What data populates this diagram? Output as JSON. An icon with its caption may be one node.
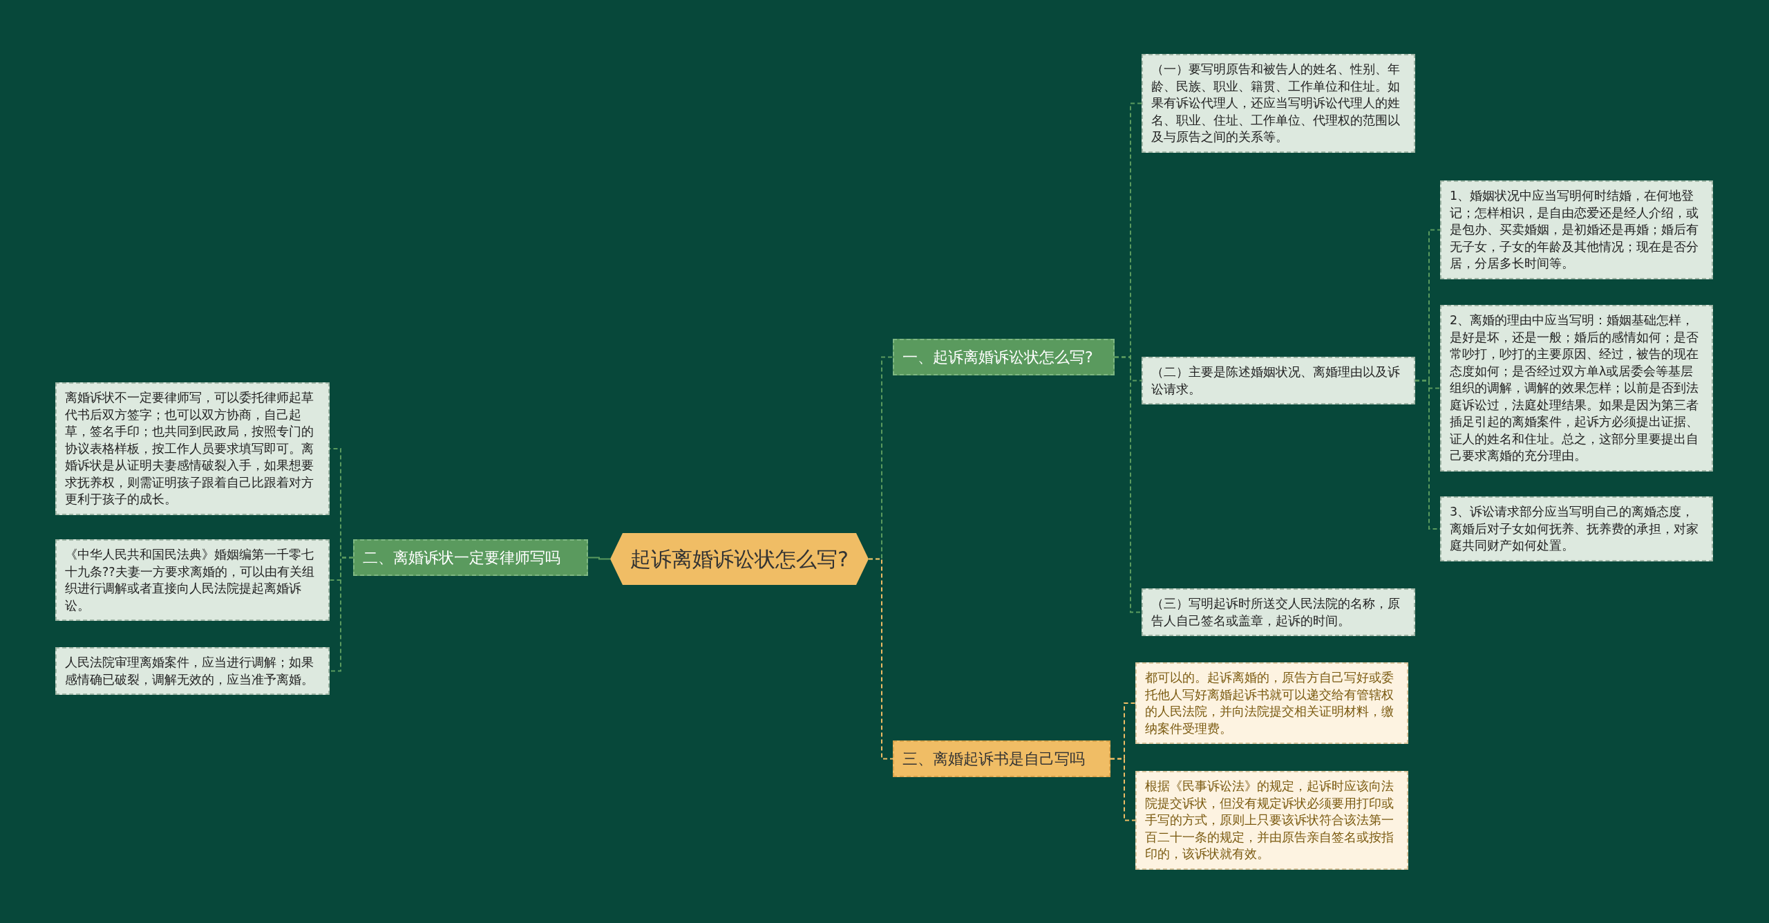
{
  "diagram": {
    "nodes": [
      {
        "text": [
          "起诉离婚诉讼状怎么写?"
        ]
      },
      {
        "text": [
          "一、起诉离婚诉讼状怎么写?"
        ]
      },
      {
        "text": [
          "（一）要写明原告和被告人的姓名、性别、年龄、民族、职业、籍贯、工作单位和住址。如果有诉讼代理人，还应当写明诉讼代理人的姓名、职业、住址、工作单位、代理权的范围以及与原告之间的关系等。"
        ]
      },
      {
        "text": [
          "（二）主要是陈述婚姻状况、离婚理由以及诉讼请求。"
        ]
      },
      {
        "text": [
          "1、婚姻状况中应当写明何时结婚，在何地登记；怎样相识，是自由恋爱还是经人介绍，或是包办、买卖婚姻，是初婚还是再婚；婚后有无子女，子女的年龄及其他情况；现在是否分居，分居多长时间等。"
        ]
      },
      {
        "text": [
          "2、离婚的理由中应当写明：婚姻基础怎样，是好是坏，还是一般；婚后的感情如何；是否常吵打，吵打的主要原因、经过，被告的现在态度如何；是否经过双方单λ或居委会等基层组织的调解，调解的效果怎样；以前是否到法庭诉讼过，法庭处理结果。如果是因为第三者插足引起的离婚案件，起诉方必须提出证据、证人的姓名和住址。总之，这部分里要提出自己要求离婚的充分理由。"
        ]
      },
      {
        "text": [
          "3、诉讼请求部分应当写明自己的离婚态度，离婚后对子女如何抚养、抚养费的承担，对家庭共同财产如何处置。"
        ]
      },
      {
        "text": [
          "（三）写明起诉时所送交人民法院的名称，原告人自己签名或盖章，起诉的时间。"
        ]
      },
      {
        "text": [
          "三、离婚起诉书是自己写吗"
        ]
      },
      {
        "text": [
          "都可以的。起诉离婚的，原告方自己写好或委托他人写好离婚起诉书就可以递交给有管辖权的人民法院，并向法院提交相关证明材料，缴纳案件受理费。"
        ]
      },
      {
        "text": [
          "根据《民事诉讼法》的规定，起诉时应该向法院提交诉状，但没有规定诉状必须要用打印或手写的方式，原则上只要该诉状符合该法第一百二十一条的规定，并由原告亲自签名或按指印的，该诉状就有效。"
        ]
      },
      {
        "text": [
          "二、离婚诉状一定要律师写吗"
        ]
      },
      {
        "text": [
          "离婚诉状不一定要律师写，可以委托律师起草代书后双方签字；也可以双方协商，自己起草，签名手印；也共同到民政局，按照专门的协议表格样板，按工作人员要求填写即可。离婚诉状是从证明夫妻感情破裂入手，如果想要求抚养权，则需证明孩子跟着自己比跟着对方更利于孩子的成长。"
        ]
      },
      {
        "text": [
          "《中华人民共和国民法典》婚姻编第一千零七十九条??夫妻一方要求离婚的，可以由有关组织进行调解或者直接向人民法院提起离婚诉讼。"
        ]
      },
      {
        "text": [
          "人民法院审理离婚案件，应当进行调解；如果感情确已破裂，调解无效的，应当准予离婚。"
        ]
      }
    ],
    "edges": [
      {
        "from": 0,
        "to": 1,
        "arrow": "none",
        "style": "dashed"
      },
      {
        "from": 0,
        "to": 8,
        "arrow": "none",
        "style": "dashed",
        "color": "#f0bd65"
      },
      {
        "from": 0,
        "to": 11,
        "arrow": "none"
      },
      {
        "from": 1,
        "to": 2,
        "arrow": "none",
        "style": "dashed"
      },
      {
        "from": 1,
        "to": 3,
        "arrow": "none",
        "style": "dashed"
      },
      {
        "from": 1,
        "to": 7,
        "arrow": "none",
        "style": "dashed"
      },
      {
        "from": 3,
        "to": 4,
        "arrow": "none",
        "style": "dashed"
      },
      {
        "from": 3,
        "to": 5,
        "arrow": "none",
        "style": "dashed"
      },
      {
        "from": 3,
        "to": 6,
        "arrow": "none",
        "style": "dashed"
      },
      {
        "from": 8,
        "to": 9,
        "arrow": "none",
        "style": "dashed",
        "color": "#f0bd65"
      },
      {
        "from": 8,
        "to": 10,
        "arrow": "none",
        "style": "dashed",
        "color": "#f0bd65"
      },
      {
        "from": 11,
        "to": 12,
        "arrow": "none",
        "style": "dashed"
      },
      {
        "from": 11,
        "to": 13,
        "arrow": "none",
        "style": "dashed"
      },
      {
        "from": 11,
        "to": 14,
        "arrow": "none",
        "style": "dashed"
      }
    ]
  }
}
